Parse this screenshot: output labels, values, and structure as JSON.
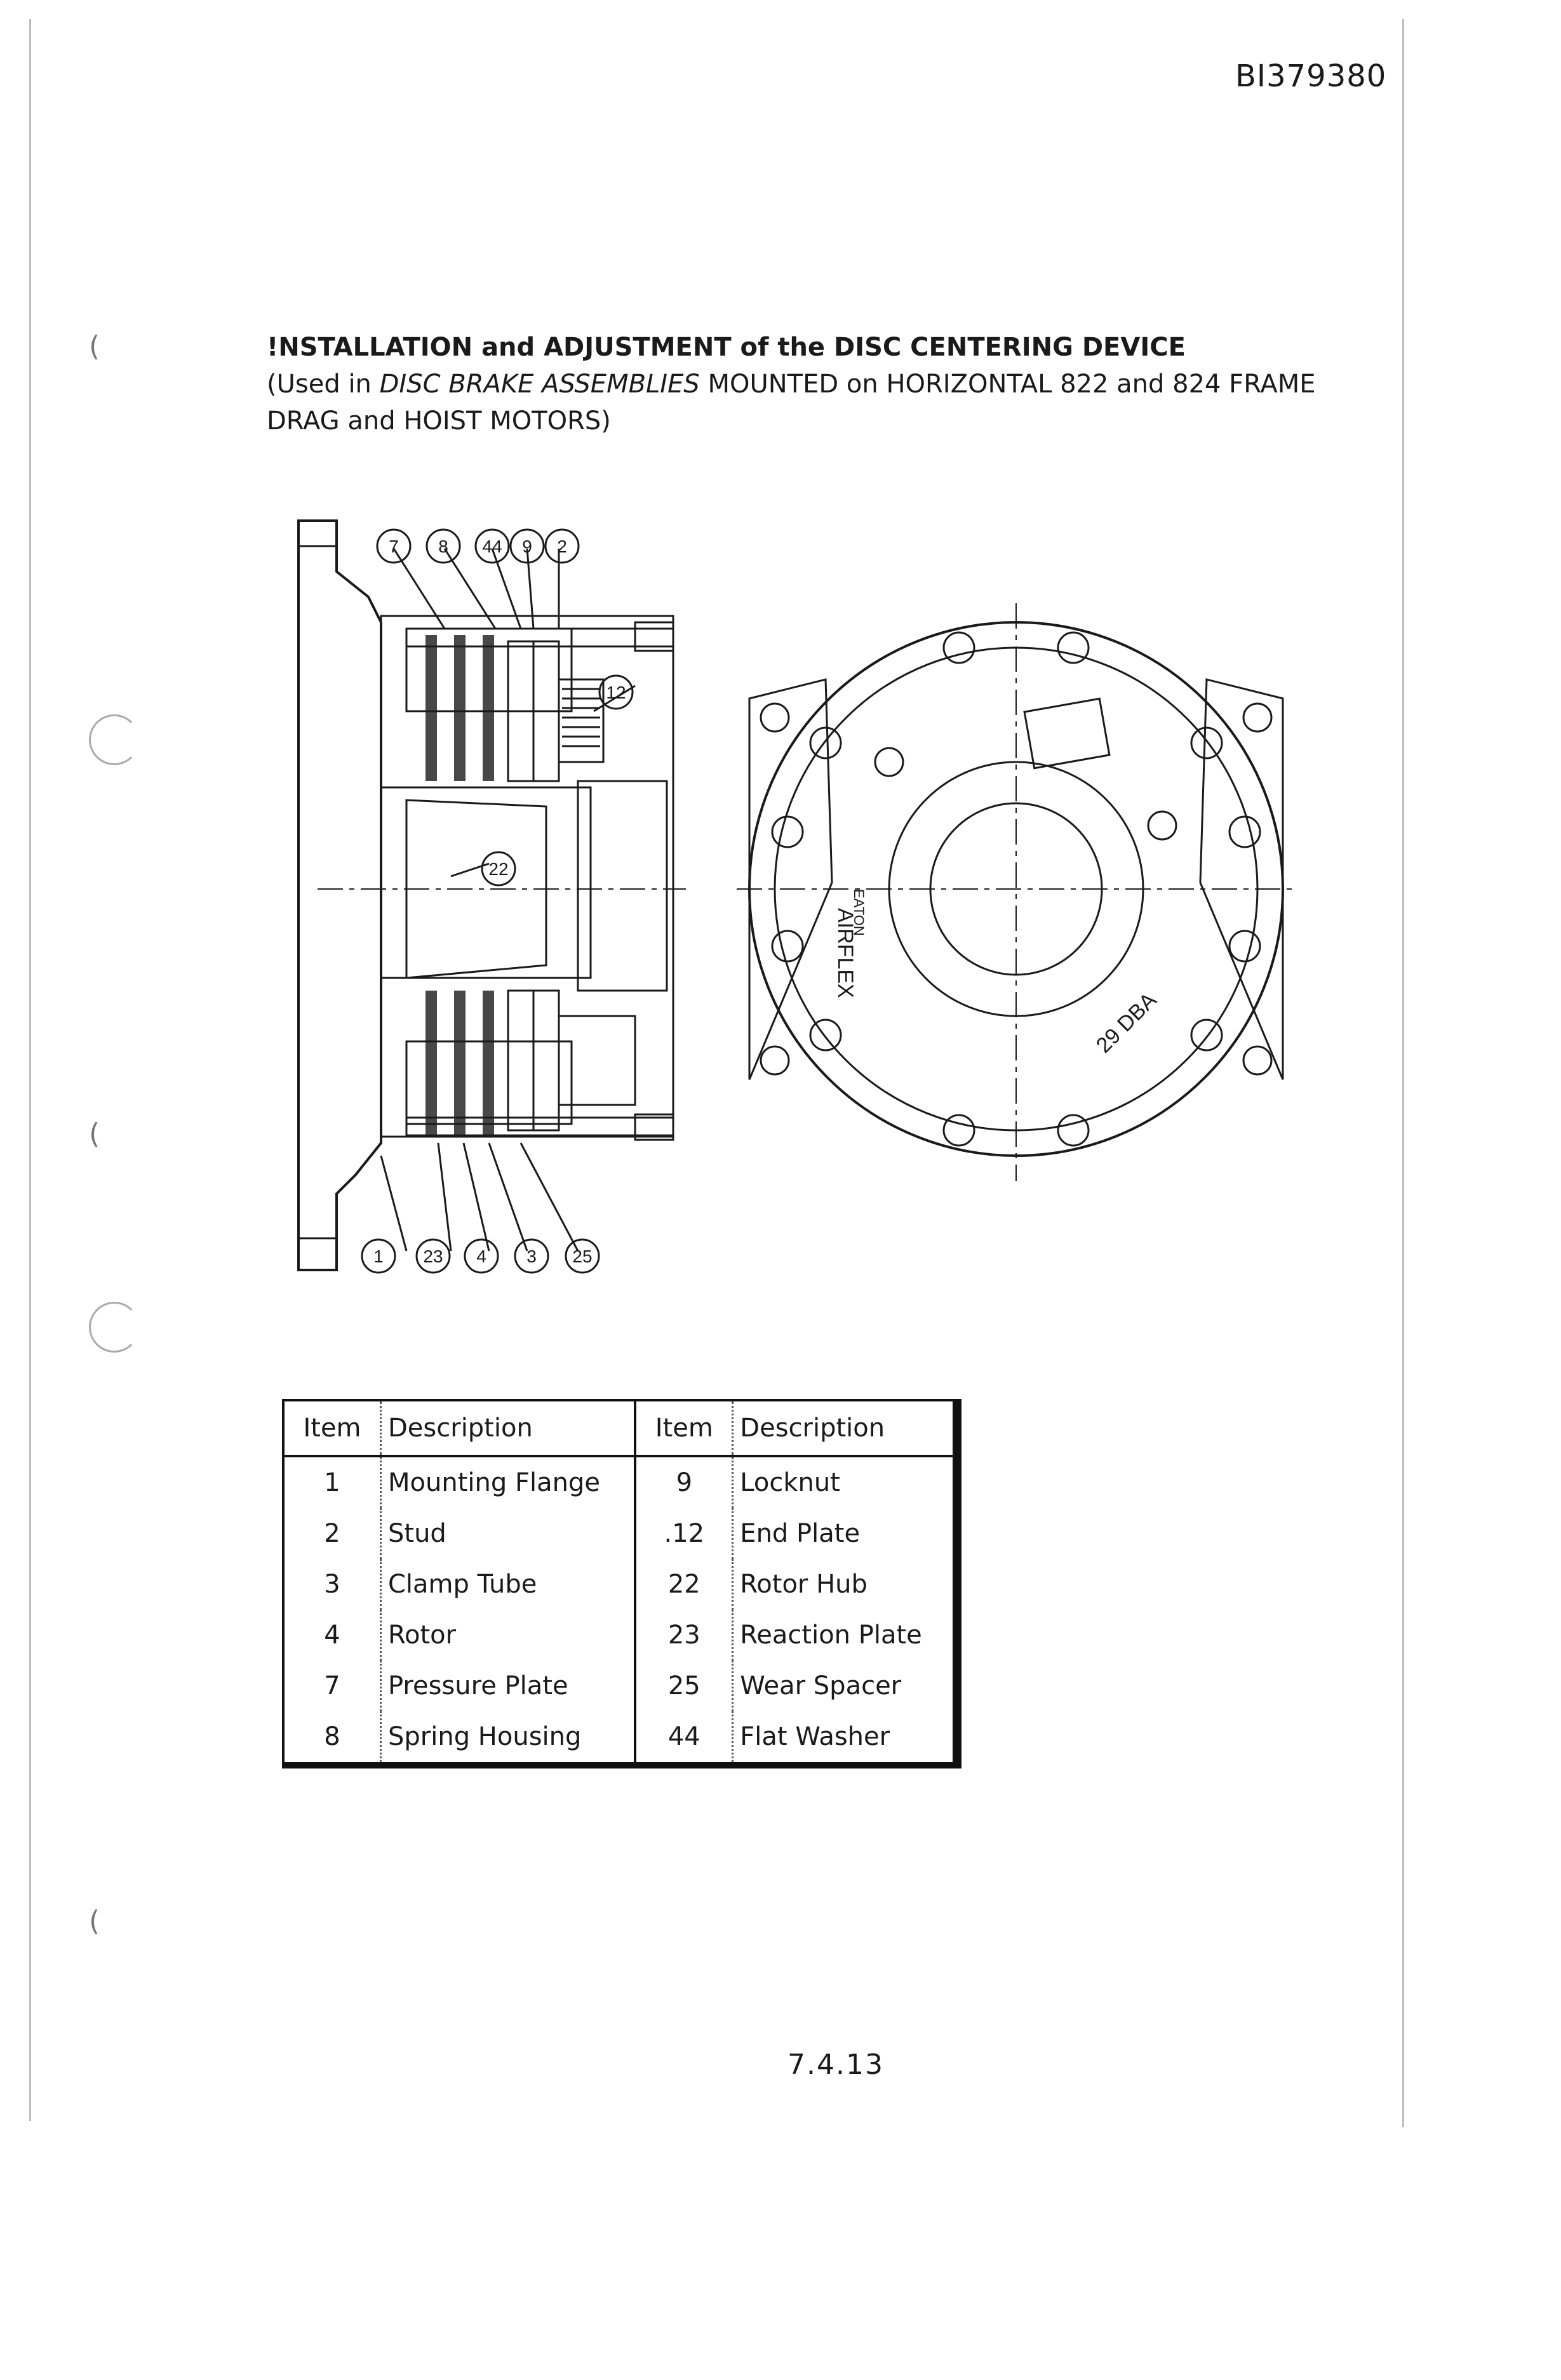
{
  "document": {
    "id": "BI379380",
    "heading_line1": "!NSTALLATION and ADJUSTMENT of the DISC CENTERING DEVICE",
    "heading_line2_start": "(Used in ",
    "heading_line2_italic": "DISC BRAKE ASSEMBLIES",
    "heading_line2_end": " MOUNTED on HORIZONTAL 822 and 824 FRAME",
    "heading_line3": "DRAG and HOIST MOTORS)",
    "page_number": "7.4.13"
  },
  "figure": {
    "callouts_top": [
      "7",
      "8",
      "44",
      "9",
      "2"
    ],
    "callout_right": "12",
    "callout_mid": "22",
    "callouts_bottom": [
      "1",
      "23",
      "4",
      "3",
      "25"
    ],
    "end_view_text_1": "AIRFLEX",
    "end_view_text_2": "29 DBA",
    "end_view_text_3": "EATON"
  },
  "parts_table": {
    "headers": {
      "item": "Item",
      "description": "Description"
    },
    "rows": [
      {
        "item_a": "1",
        "desc_a": "Mounting Flange",
        "item_b": "9",
        "desc_b": "Locknut"
      },
      {
        "item_a": "2",
        "desc_a": "Stud",
        "item_b": ".12",
        "desc_b": "End Plate"
      },
      {
        "item_a": "3",
        "desc_a": "Clamp Tube",
        "item_b": "22",
        "desc_b": "Rotor Hub"
      },
      {
        "item_a": "4",
        "desc_a": "Rotor",
        "item_b": "23",
        "desc_b": "Reaction Plate"
      },
      {
        "item_a": "7",
        "desc_a": "Pressure Plate",
        "item_b": "25",
        "desc_b": "Wear Spacer"
      },
      {
        "item_a": "8",
        "desc_a": "Spring Housing",
        "item_b": "44",
        "desc_b": "Flat Washer"
      }
    ]
  },
  "colors": {
    "ink": "#1a1a1a",
    "paper": "#ffffff"
  }
}
